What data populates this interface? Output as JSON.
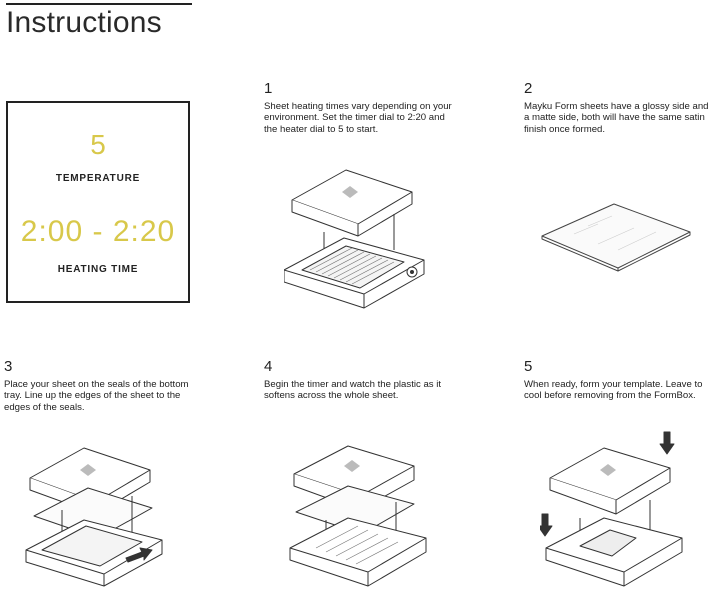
{
  "page": {
    "title": "Instructions"
  },
  "settings": {
    "temperature_value": "5",
    "temperature_label": "TEMPERATURE",
    "heating_time_value": "2:00 - 2:20",
    "heating_time_label": "HEATING TIME"
  },
  "steps": [
    {
      "number": "1",
      "text": "Sheet heating times vary depending on your environment. Set the timer dial to 2:20 and the heater dial to 5 to start."
    },
    {
      "number": "2",
      "text": "Mayku Form sheets have a glossy side and a matte side, both will have the same satin finish once formed."
    },
    {
      "number": "3",
      "text": "Place your sheet on the seals of the bottom tray. Line up the edges of the sheet to the edges of the seals."
    },
    {
      "number": "4",
      "text": "Begin the timer and watch the plastic as it softens across the whole sheet."
    },
    {
      "number": "5",
      "text": "When ready, form your template. Leave to cool before removing from the FormBox."
    }
  ],
  "colors": {
    "accent": "#d8c84a",
    "ink": "#222222"
  },
  "icons": [
    "formbox-open-illustration",
    "form-sheet-illustration",
    "formbox-sheet-insert-illustration",
    "formbox-heating-illustration",
    "formbox-press-illustration"
  ]
}
